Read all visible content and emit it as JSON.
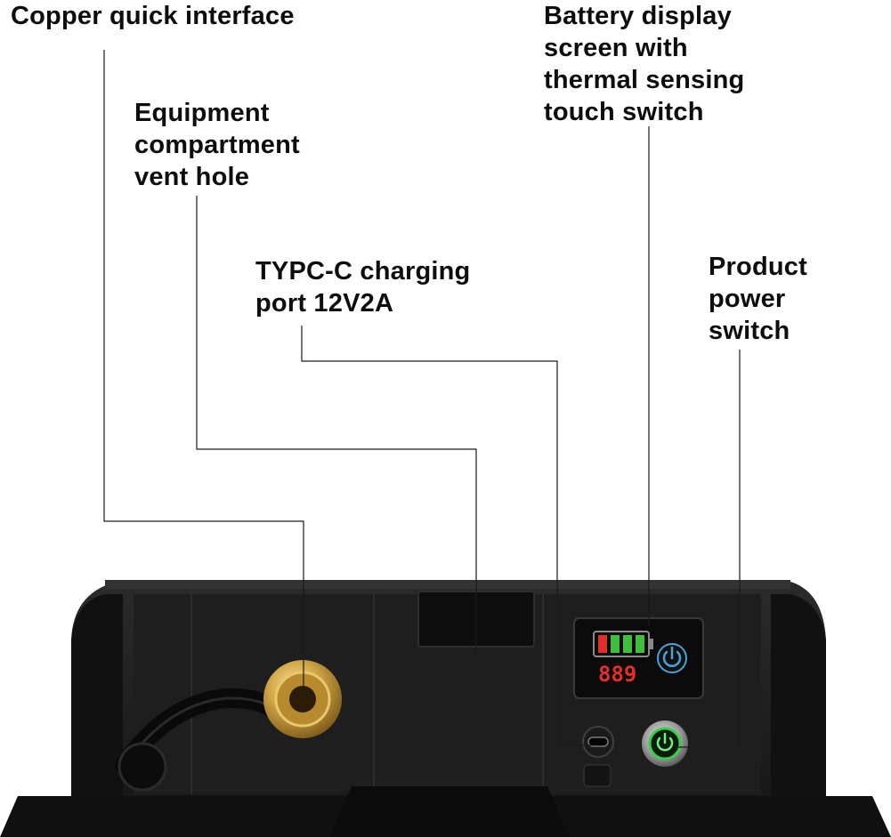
{
  "callouts": [
    {
      "id": "copper",
      "lines": [
        "Copper quick interface"
      ]
    },
    {
      "id": "vent",
      "lines": [
        "Equipment",
        "compartment",
        "vent hole"
      ]
    },
    {
      "id": "typec",
      "lines": [
        "TYPC-C charging",
        "port 12V2A"
      ]
    },
    {
      "id": "battery",
      "lines": [
        "Battery display",
        "screen with",
        "thermal sensing",
        "touch switch"
      ]
    },
    {
      "id": "power",
      "lines": [
        "Product",
        "power",
        "switch"
      ]
    }
  ],
  "display": {
    "readout": "889"
  },
  "colors": {
    "background": "#ffffff",
    "text": "#0d0d0d",
    "leader": "#1a1a1a",
    "housing": "#1c1c1c",
    "brass": "#c9a040",
    "battery_red": "#e0302a",
    "battery_green": "#3fbf3f",
    "touch_blue": "#4aa3d8",
    "power_ring": "#35d04a"
  },
  "icons": [
    "battery-level-icon",
    "touch-power-icon",
    "usb-c-port-icon",
    "power-button-icon"
  ]
}
